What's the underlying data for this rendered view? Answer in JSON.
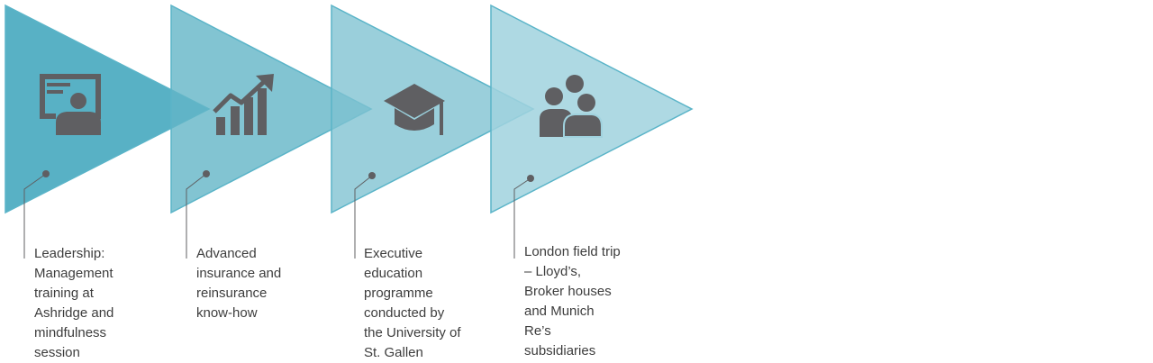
{
  "colors": {
    "stage_fills": [
      "#4aaac0",
      "#63b5c7",
      "#7dc1d1",
      "#a0d2de"
    ],
    "stage_stroke": "#5ab4c8",
    "icon": "#5f5f62",
    "leader": "#5f5f62",
    "text": "#3d3d3d"
  },
  "stages": [
    {
      "icon": "presentation-icon",
      "caption_lines": [
        "Leadership:",
        "Management",
        "training at",
        "Ashridge and",
        "mindfulness",
        "session"
      ]
    },
    {
      "icon": "growth-chart-icon",
      "caption_lines": [
        "Advanced",
        "insurance and",
        "reinsurance",
        "know-how"
      ]
    },
    {
      "icon": "graduation-cap-icon",
      "caption_lines": [
        "Executive",
        "education",
        "programme",
        "conducted by",
        "the University of",
        "St. Gallen"
      ]
    },
    {
      "icon": "team-icon",
      "caption_lines": [
        "London field trip",
        "– Lloyd’s,",
        "Broker houses",
        "and Munich",
        "Re’s",
        "subsidiaries"
      ]
    }
  ]
}
